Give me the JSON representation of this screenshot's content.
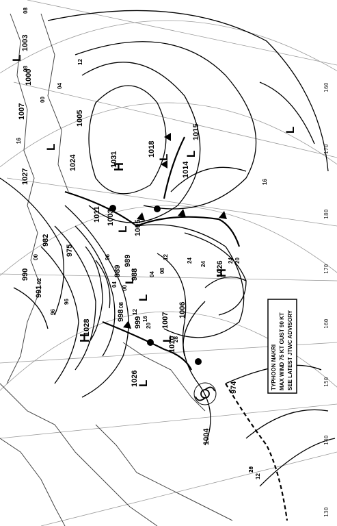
{
  "colors": {
    "background": "#ffffff",
    "ink": "#000000",
    "coast": "#444444",
    "grid": "#999999"
  },
  "map": {
    "rotation_deg": 90,
    "pressure_labels": [
      "1003",
      "1000",
      "1007",
      "1005",
      "1015",
      "1024",
      "1027",
      "1031",
      "1018",
      "1014",
      "1011",
      "1003",
      "1005",
      "982",
      "975",
      "989",
      "989",
      "988",
      "990",
      "991",
      "998",
      "999",
      "1007",
      "1006",
      "1026",
      "1028",
      "1010",
      "1026",
      "974",
      "1004"
    ],
    "isobar_small_labels": [
      "08",
      "08",
      "04",
      "00",
      "12",
      "16",
      "16",
      "20",
      "24",
      "24",
      "28",
      "20",
      "12",
      "08",
      "04",
      "00",
      "92",
      "96",
      "96",
      "96",
      "00",
      "04",
      "08",
      "12",
      "16",
      "20",
      "24",
      "16",
      "12"
    ],
    "highs": [
      "H",
      "H",
      "H"
    ],
    "lows": [
      "L",
      "L",
      "L",
      "L",
      "L",
      "L",
      "L",
      "L",
      "L",
      "L"
    ],
    "longitude_labels": [
      "130",
      "140",
      "150",
      "160",
      "170",
      "180",
      "170",
      "160"
    ],
    "advisory": {
      "line1": "TYPHOON NAKRI",
      "line2": "MAX WIND 75 KT GUST 90 KT",
      "line3": "SEE LATEST JTWC ADVISORY"
    }
  }
}
